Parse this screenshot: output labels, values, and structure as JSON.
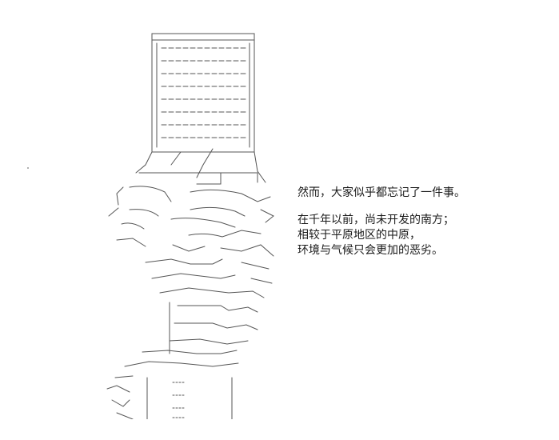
{
  "caption": {
    "line1": "然而，大家似乎都忘记了一件事。",
    "line2": "在千年以前，尚未开发的南方；",
    "line3": "相较于平原地区的中原，",
    "line4": "环境与气候只会更加的恶劣。"
  },
  "art": {
    "subject": "ascii-art-figure-holding-signboard",
    "stroke_color": "#555555"
  }
}
